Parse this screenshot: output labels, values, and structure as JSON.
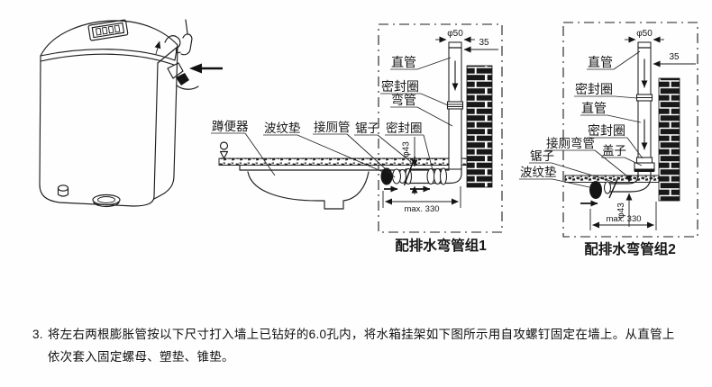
{
  "instruction": {
    "number": "3.",
    "line1": "将左右两根膨胀管按以下尺寸打入墙上已钻好的6.0孔内，将水箱挂架如下图所示用自攻螺钉固定在墙上。从直管上",
    "line2": "依次套入固定螺母、塑垫、锥垫。"
  },
  "diagram1": {
    "caption": "配排水弯管组1",
    "labels": {
      "squat_pan": "蹲便器",
      "corrugated_gasket": "波纹垫",
      "toilet_connect_pipe": "接厕管",
      "saw": "锯子",
      "seal_ring_row": "密封圈",
      "straight_pipe": "直管",
      "seal_ring": "密封圈",
      "bend_pipe": "弯管"
    },
    "dims": {
      "top_diameter": "φ50",
      "wall_gap": "35",
      "pipe_diameter": "φ43",
      "max_length": "max. 330"
    }
  },
  "diagram2": {
    "caption": "配排水弯管组2",
    "labels": {
      "straight_pipe_upper": "直管",
      "seal_ring_upper": "密封圈",
      "straight_pipe_lower": "直管",
      "seal_ring_lower": "密封圈",
      "toilet_bend_pipe": "接厕弯管",
      "cover": "盖子",
      "saw": "锯子",
      "corrugated_gasket": "波纹垫"
    },
    "dims": {
      "top_diameter": "φ50",
      "wall_gap": "35",
      "pipe_diameter": "φ43",
      "max_length": "max. 330"
    }
  },
  "colors": {
    "ink": "#1c1c1c",
    "paper": "#fefefe"
  }
}
